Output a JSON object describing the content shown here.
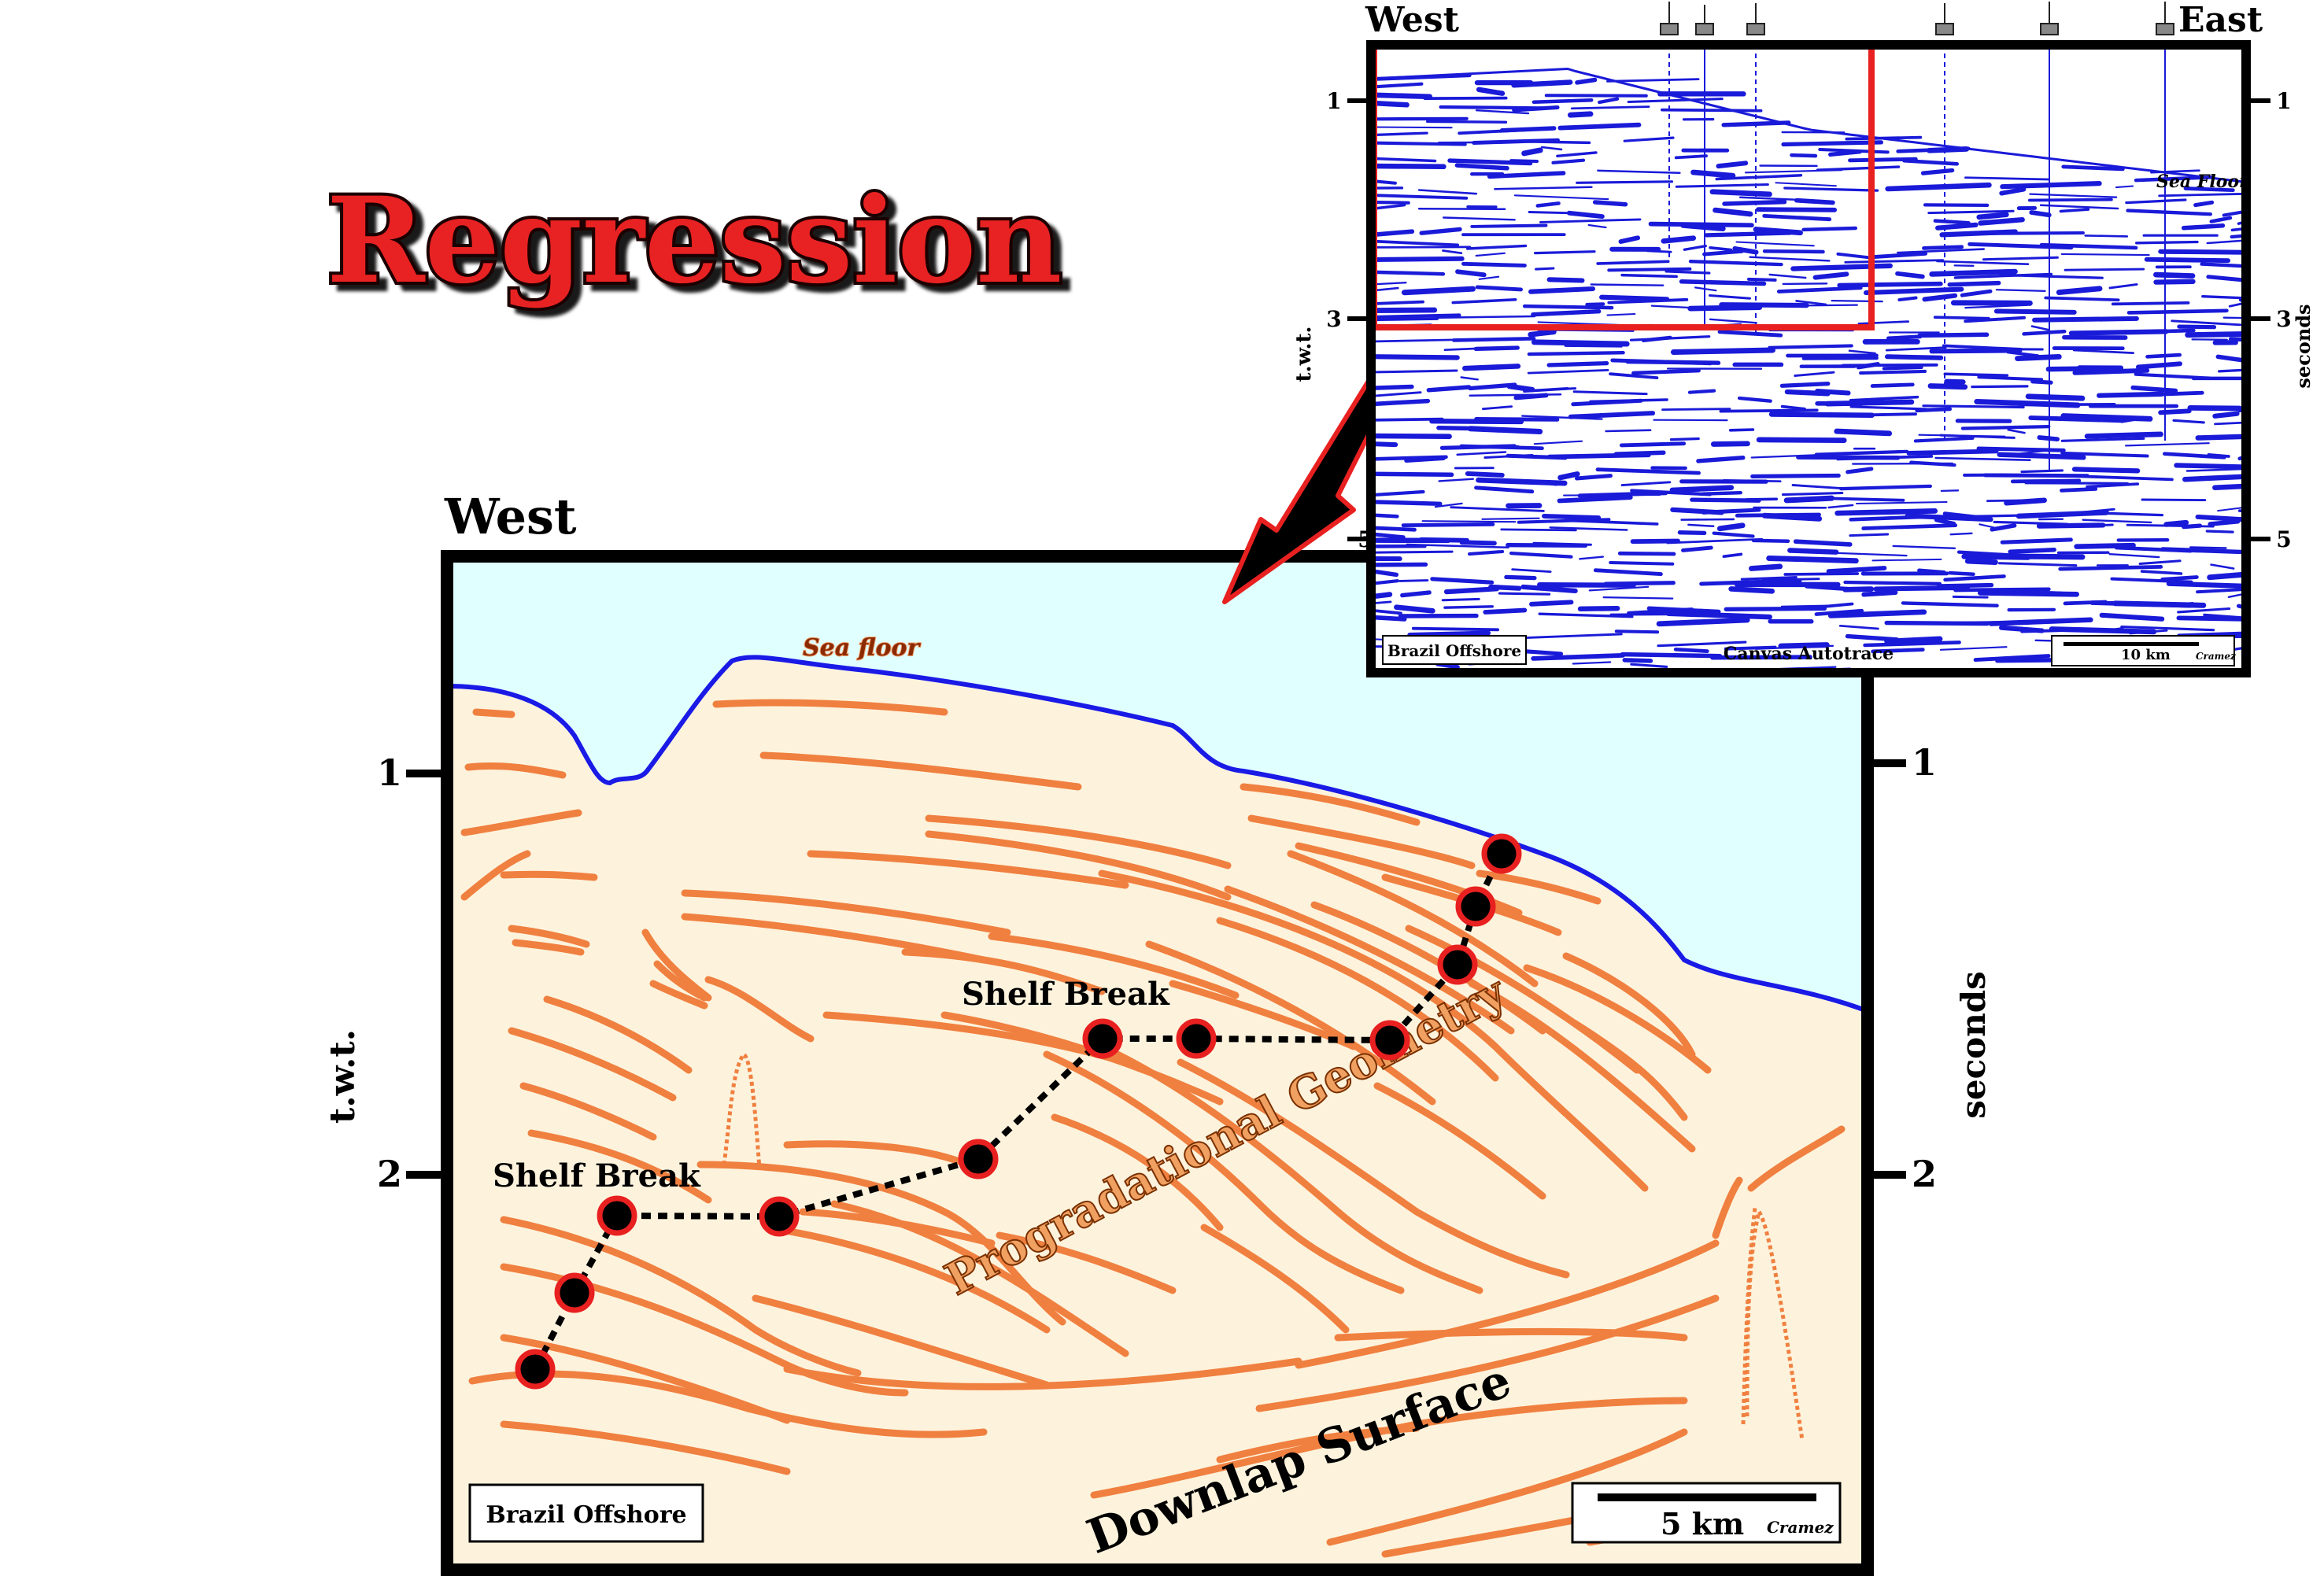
{
  "title": "Regression",
  "main_panel": {
    "direction_label": "West",
    "sea_floor_label": "Sea floor",
    "shelf_break_label_1": "Shelf Break",
    "shelf_break_label_2": "Shelf Break",
    "geometry_label": "Progradational Geometry",
    "downlap_label": "Downlap Surface",
    "location_label": "Brazil Offshore",
    "scale_label": "5 km",
    "credit": "Cramez",
    "left_axis_title": "t.w.t.",
    "right_axis_title": "seconds",
    "left_ticks": [
      "1",
      "2"
    ],
    "right_ticks": [
      "1",
      "2"
    ]
  },
  "inset": {
    "west_label": "West",
    "east_label": "East",
    "sea_floor_label": "Sea Floor",
    "location_label": "Brazil Offshore",
    "autotrace_label": "Canvas Autotrace",
    "scale_label": "10 km",
    "credit": "Cramez",
    "left_axis_title": "t.w.t.",
    "right_axis_title": "seconds",
    "left_ticks": [
      "1",
      "3",
      "5"
    ],
    "right_ticks": [
      "1",
      "3",
      "5"
    ]
  },
  "colors": {
    "sea": "#e0ffff",
    "sediment": "#fdf3dd",
    "reflector": "#f08040",
    "sea_floor_line": "#1a1ae6",
    "seismic": "#1a1ad9",
    "highlight": "#e82020",
    "marker_fill": "#000000",
    "marker_ring": "#e82020"
  }
}
